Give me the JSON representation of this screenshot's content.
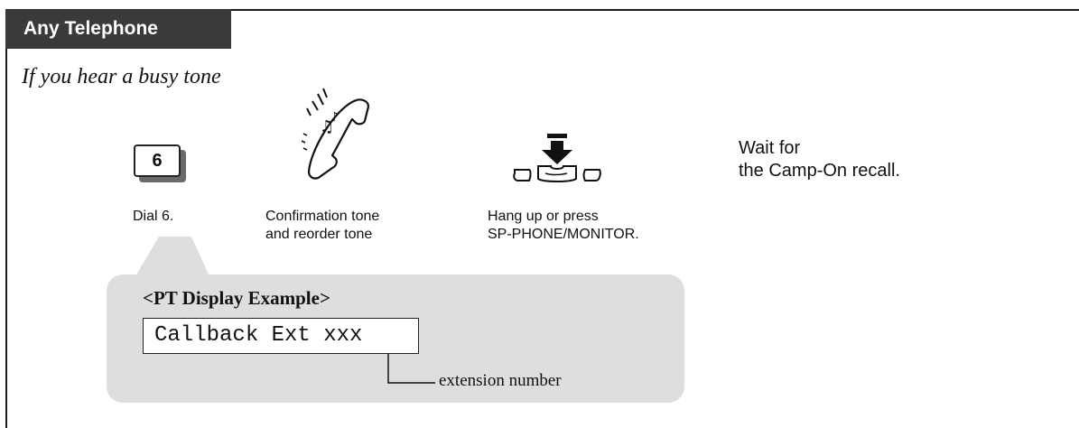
{
  "header": {
    "title": "Any Telephone"
  },
  "subtitle": "If you hear a busy tone",
  "steps": [
    {
      "key": "6",
      "label": "Dial 6."
    },
    {
      "label": "Confirmation tone\nand reorder tone",
      "icon": "handset-with-tone-icon"
    },
    {
      "label": "Hang up or press\nSP-PHONE/MONITOR.",
      "icon": "hang-up-icon"
    }
  ],
  "note": "Wait for\nthe Camp-On recall.",
  "display_example": {
    "title": "<PT Display Example>",
    "screen_text": "Callback Ext xxx",
    "annotation": "extension number"
  }
}
